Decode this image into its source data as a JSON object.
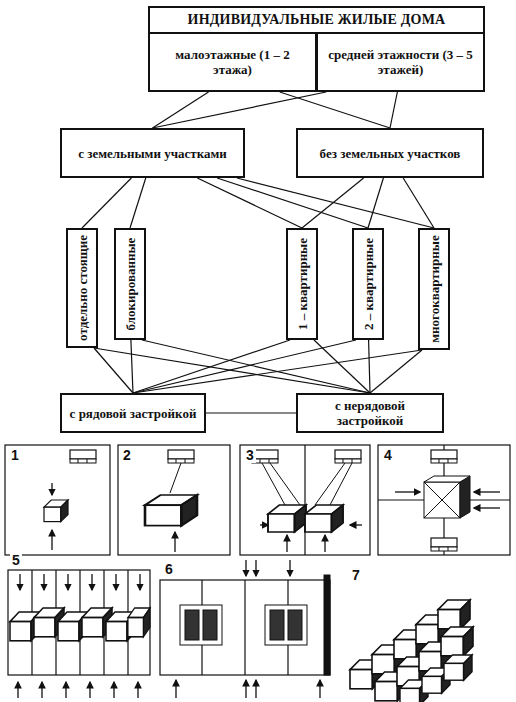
{
  "diagram": {
    "nodes": [
      {
        "text": [
          "ИНДИВИДУАЛЬНЫЕ ЖИЛЫЕ ДОМА"
        ]
      },
      {
        "text": [
          "малоэтажные (1 – 2 этажа)"
        ],
        "in": 0
      },
      {
        "text": [
          "средней этажности (3 – 5 этажей)"
        ],
        "in": 0
      },
      {
        "text": [
          "с земельными участками"
        ]
      },
      {
        "text": [
          "без земельных участков"
        ]
      },
      {
        "text": [
          "отдельно стоящие"
        ]
      },
      {
        "text": [
          "блокированные"
        ]
      },
      {
        "text": [
          "1 – квартирные"
        ]
      },
      {
        "text": [
          "2 – квартирные"
        ]
      },
      {
        "text": [
          "многоквартирные"
        ]
      },
      {
        "text": [
          "с рядовой застройкой"
        ]
      },
      {
        "text": [
          "с нерядовой застройкой"
        ]
      }
    ],
    "edges": [
      {
        "from": 1,
        "to": 3,
        "arrow": "none"
      },
      {
        "from": 1,
        "to": 4,
        "arrow": "none"
      },
      {
        "from": 2,
        "to": 3,
        "arrow": "none"
      },
      {
        "from": 2,
        "to": 4,
        "arrow": "none"
      },
      {
        "from": 3,
        "to": 5,
        "arrow": "none"
      },
      {
        "from": 3,
        "to": 6,
        "arrow": "none"
      },
      {
        "from": 3,
        "to": 7,
        "arrow": "none"
      },
      {
        "from": 3,
        "to": 8,
        "arrow": "none"
      },
      {
        "from": 3,
        "to": 9,
        "arrow": "none"
      },
      {
        "from": 4,
        "to": 7,
        "arrow": "none"
      },
      {
        "from": 4,
        "to": 8,
        "arrow": "none"
      },
      {
        "from": 4,
        "to": 9,
        "arrow": "none"
      },
      {
        "from": 5,
        "to": 10,
        "arrow": "none"
      },
      {
        "from": 5,
        "to": 11,
        "arrow": "none"
      },
      {
        "from": 6,
        "to": 10,
        "arrow": "none"
      },
      {
        "from": 6,
        "to": 11,
        "arrow": "none"
      },
      {
        "from": 7,
        "to": 10,
        "arrow": "none"
      },
      {
        "from": 7,
        "to": 11,
        "arrow": "none"
      },
      {
        "from": 8,
        "to": 10,
        "arrow": "none"
      },
      {
        "from": 8,
        "to": 11,
        "arrow": "none"
      },
      {
        "from": 9,
        "to": 10,
        "arrow": "none"
      },
      {
        "from": 9,
        "to": 11,
        "arrow": "none"
      },
      {
        "from": 10,
        "to": 11,
        "arrow": "none"
      }
    ],
    "labels": [
      "1",
      "2",
      "3",
      "4",
      "5",
      "6",
      "7"
    ]
  }
}
